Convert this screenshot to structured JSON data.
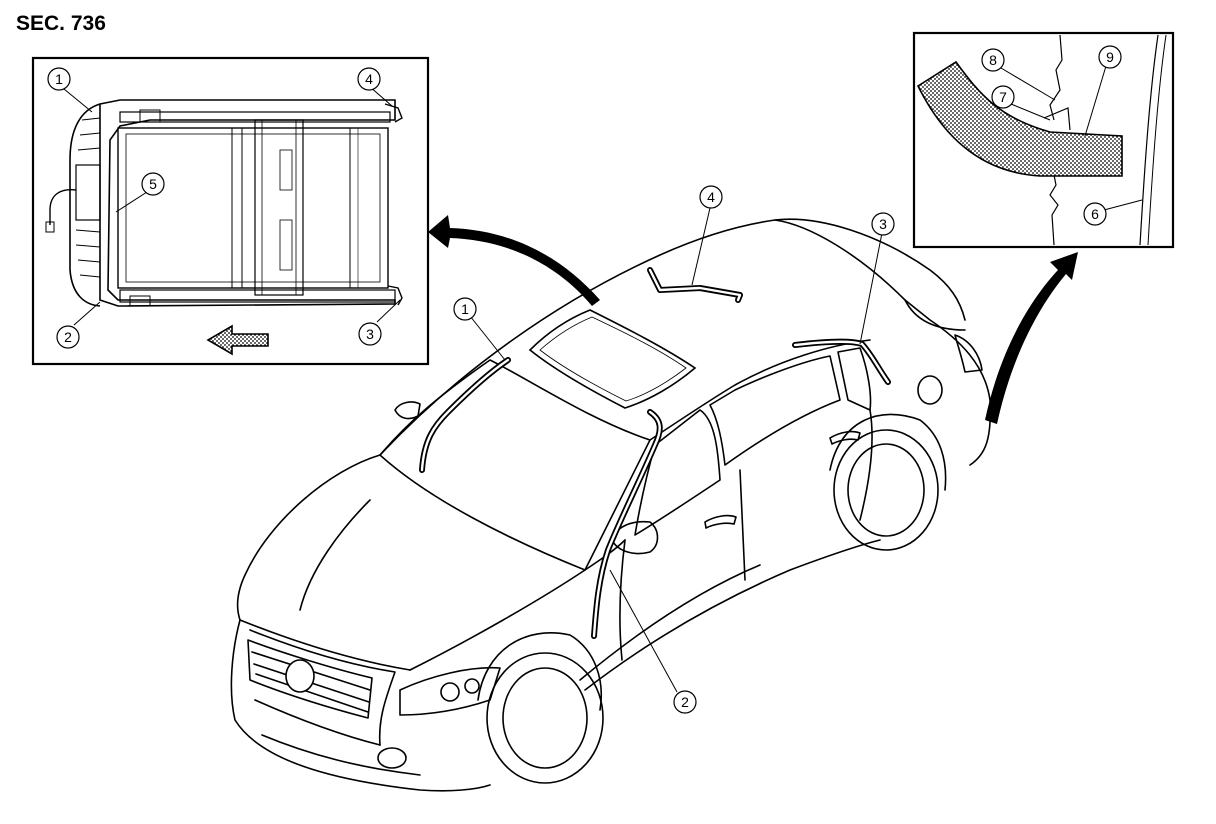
{
  "section_label": "SEC. 736",
  "callouts": {
    "sunroof_inset": {
      "c1": "1",
      "c2": "2",
      "c3": "3",
      "c4": "4",
      "c5": "5"
    },
    "main_view": {
      "c1": "1",
      "c2": "2",
      "c3": "3",
      "c4": "4"
    },
    "detail_inset": {
      "c6": "6",
      "c7": "7",
      "c8": "8",
      "c9": "9"
    }
  },
  "colors": {
    "line": "#000000",
    "background": "#ffffff",
    "hatch": "#8c8c8c"
  }
}
